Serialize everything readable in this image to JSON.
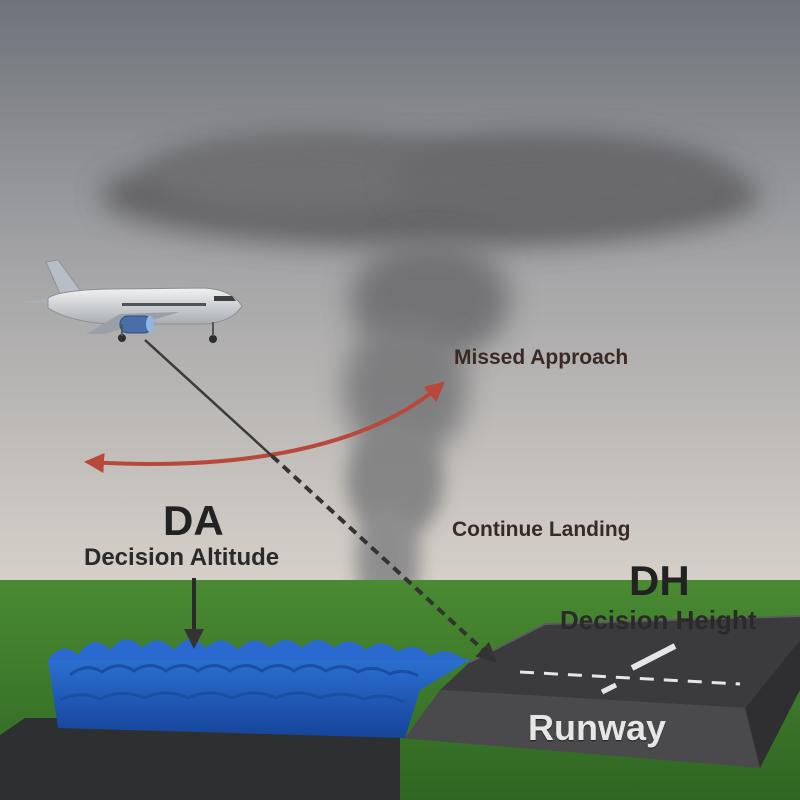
{
  "labels": {
    "missed_approach": "Missed Approach",
    "continue_landing": "Continue Landing",
    "da": "DA",
    "da_full": "Decision Altitude",
    "dh": "DH",
    "dh_full": "Decision Height",
    "runway": "Runway"
  },
  "colors": {
    "sky_top": "#7b7f85",
    "sky_bottom": "#d2cdc6",
    "grass": "#3f7a2a",
    "water": "#1e5bb8",
    "runway": "#3a3a3c",
    "arrow_red": "#b8483c",
    "path_dashed": "#333333"
  }
}
